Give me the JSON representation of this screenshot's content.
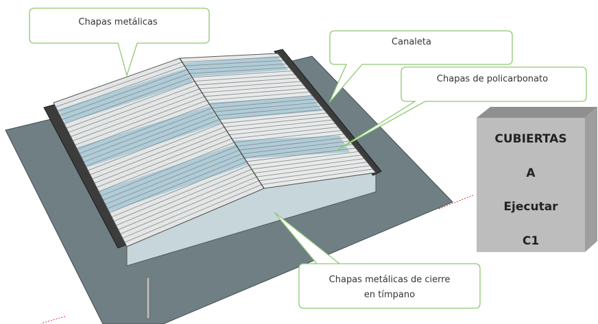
{
  "callouts": {
    "chapas_metalicas": "Chapas metálicas",
    "canaleta": "Canaleta",
    "policarbonato": "Chapas de policarbonato",
    "cierre_line1": "Chapas metálicas de cierre",
    "cierre_line2": "en tímpano"
  },
  "title_box": {
    "line1": "CUBIERTAS",
    "line2": "A",
    "line3": "Ejecutar",
    "line4": "C1"
  },
  "colors": {
    "callout_border": "#8cc870",
    "ground": "#6f7f84",
    "roof_metal": "#e4e6e6",
    "roof_polycarbonate": "#a9c9d6",
    "wall": "#c7d6db",
    "gutter": "#3c3c3c",
    "box_front": "#bdbdbd",
    "box_top": "#8f8f8f",
    "box_side": "#9e9e9e"
  }
}
